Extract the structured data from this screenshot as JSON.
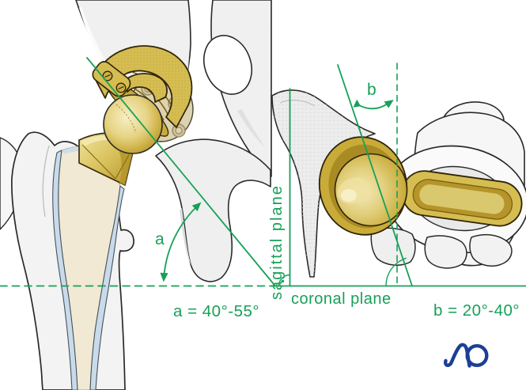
{
  "figure": {
    "left_view": {
      "angle_letter": "a",
      "angle_range": "a = 40°-55°"
    },
    "right_view": {
      "angle_letter": "b",
      "angle_range": "b = 20°-40°",
      "sagittal_plane_label": "sagittal plane",
      "coronal_plane_label": "coronal plane"
    },
    "logo_text": "AO",
    "colors": {
      "annotation_green": "#17A058",
      "logo_blue": "#1C3E96",
      "implant_gold": "#D5BD52",
      "implant_gold_dark": "#B5952B",
      "bone_gray": "#F2F2F2",
      "canal_cream": "#F1E9D3",
      "lining_blue": "#C9DBEA"
    }
  }
}
